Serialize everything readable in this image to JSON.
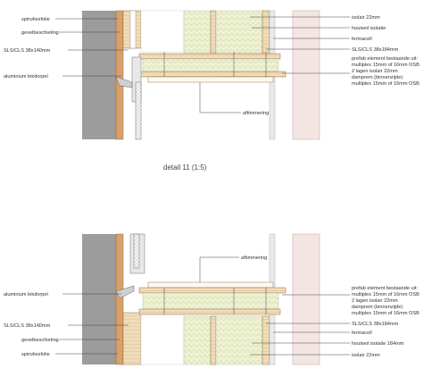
{
  "caption": "detail 11 (1:5)",
  "top": {
    "labels_left": [
      "spinvliesfolie",
      "gevelbeschieting",
      "SLS/CLS 38x140mm",
      "aluminium lekdorpel"
    ],
    "labels_right": [
      "isolair 22mm",
      "houtwol isolatie",
      "fermacell",
      "SLS/CLS 38x184mm"
    ],
    "prefab": [
      "prefab element bestaande uit:",
      "multiplex 15mm of 16mm OSB",
      "2 lagen isolair 22mm",
      "damprem (binnenzijde)",
      "multiplex 15mm of 16mm OSB"
    ],
    "aftimmering": "aftimmering"
  },
  "bottom": {
    "aftimmering": "aftimmering",
    "labels_left": [
      "aluminium lekdorpel",
      "SLS/CLS 38x140mm",
      "gevelbeschieting",
      "spinvliesfolie"
    ],
    "prefab": [
      "prefab element bestaande uit:",
      "multiplex 15mm of 16mm OSB",
      "2 lagen isolair 22mm",
      "damprem (binnenzijde)",
      "multiplex 15mm of 16mm OSB"
    ],
    "labels_right": [
      "SLS/CLS 38x184mm",
      "fermacell",
      "houtwol isolatie 184mm",
      "isolair 22mm"
    ]
  }
}
